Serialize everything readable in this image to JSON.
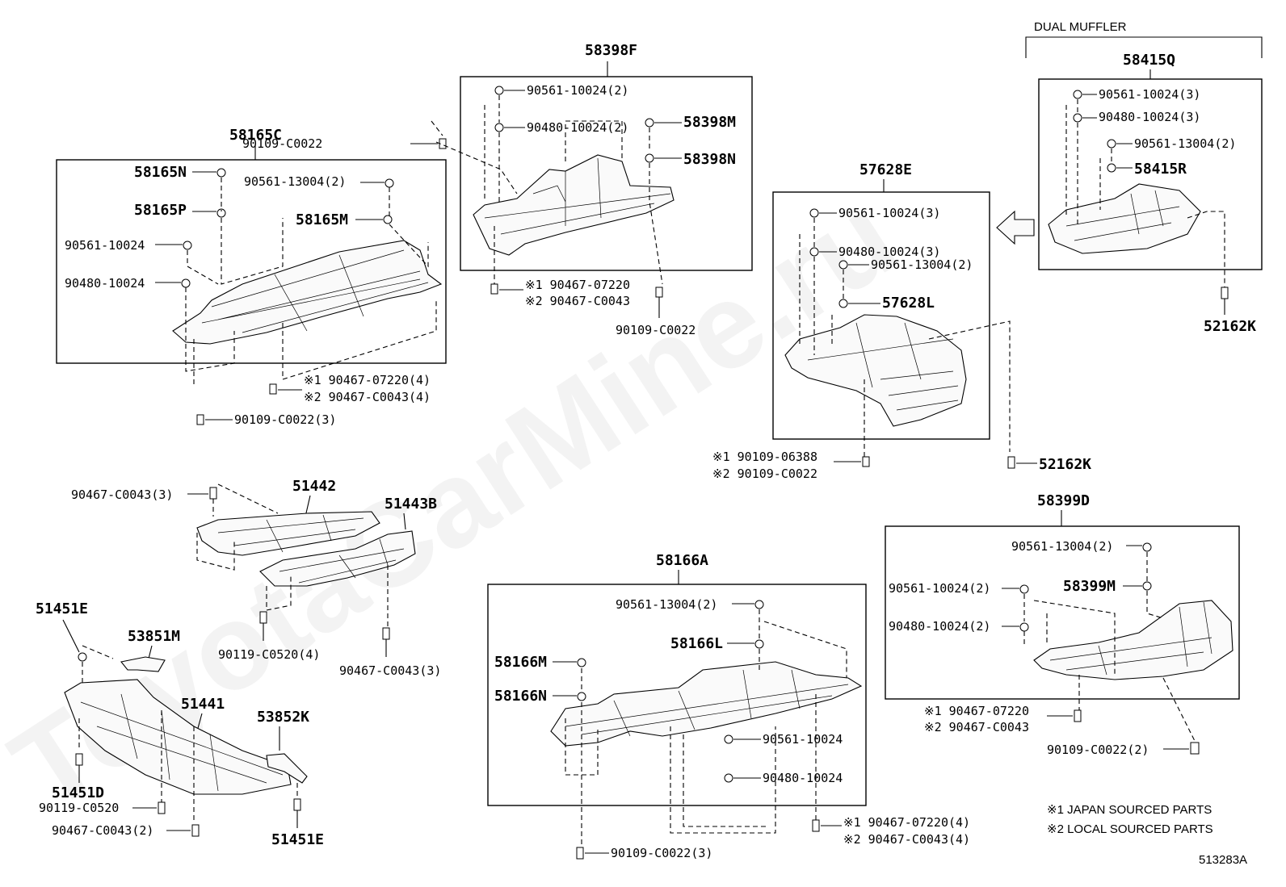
{
  "watermark": "ToyotaCarMine.ru",
  "diagram_code": "513283A",
  "dual_muffler_label": "DUAL MUFFLER",
  "notes": {
    "note1": "※1 JAPAN SOURCED PARTS",
    "note2": "※2 LOCAL SOURCED PARTS"
  },
  "groups": {
    "g58165C": {
      "title": "58165C",
      "p58165N": "58165N",
      "p58165P": "58165P",
      "p58165M": "58165M",
      "p90561_13004": "90561-13004(2)",
      "p90561_10024": "90561-10024",
      "p90480_10024": "90480-10024",
      "p90109_C0022_top": "90109-C0022",
      "p90467_1": "※1 90467-07220(4)",
      "p90467_2": "※2 90467-C0043(4)",
      "p90109_C0022_3": "90109-C0022(3)"
    },
    "g58398F": {
      "title": "58398F",
      "p90561_10024": "90561-10024(2)",
      "p90480_10024": "90480-10024(2)",
      "p58398M": "58398M",
      "p58398N": "58398N",
      "p90467_1": "※1 90467-07220",
      "p90467_2": "※2 90467-C0043",
      "p90109_C0022": "90109-C0022"
    },
    "g57628E": {
      "title": "57628E",
      "p90561_10024": "90561-10024(3)",
      "p90480_10024": "90480-10024(3)",
      "p90561_13004": "90561-13004(2)",
      "p57628L": "57628L",
      "p90109_1": "※1 90109-06388",
      "p90109_2": "※2 90109-C0022",
      "p52162K": "52162K"
    },
    "g58415Q": {
      "title": "58415Q",
      "p90561_10024": "90561-10024(3)",
      "p90480_10024": "90480-10024(3)",
      "p90561_13004": "90561-13004(2)",
      "p58415R": "58415R",
      "p52162K": "52162K"
    },
    "g51442": {
      "p90467_C0043_a": "90467-C0043(3)",
      "p51442": "51442",
      "p51443B": "51443B",
      "p90119_C0520": "90119-C0520(4)",
      "p90467_C0043_b": "90467-C0043(3)"
    },
    "g51441": {
      "p51451E_top": "51451E",
      "p53851M": "53851M",
      "p51441": "51441",
      "p53852K": "53852K",
      "p51451D": "51451D",
      "p90119_C0520": "90119-C0520",
      "p90467_C0043": "90467-C0043(2)",
      "p51451E_bot": "51451E"
    },
    "g58166A": {
      "title": "58166A",
      "p90561_13004": "90561-13004(2)",
      "p58166L": "58166L",
      "p58166M": "58166M",
      "p58166N": "58166N",
      "p90561_10024": "90561-10024",
      "p90480_10024": "90480-10024",
      "p90467_1": "※1 90467-07220(4)",
      "p90467_2": "※2 90467-C0043(4)",
      "p90109_C0022_3": "90109-C0022(3)"
    },
    "g58399D": {
      "title": "58399D",
      "p90561_13004": "90561-13004(2)",
      "p90561_10024": "90561-10024(2)",
      "p58399M": "58399M",
      "p90480_10024": "90480-10024(2)",
      "p90467_1": "※1 90467-07220",
      "p90467_2": "※2 90467-C0043",
      "p90109_C0022_2": "90109-C0022(2)"
    }
  }
}
